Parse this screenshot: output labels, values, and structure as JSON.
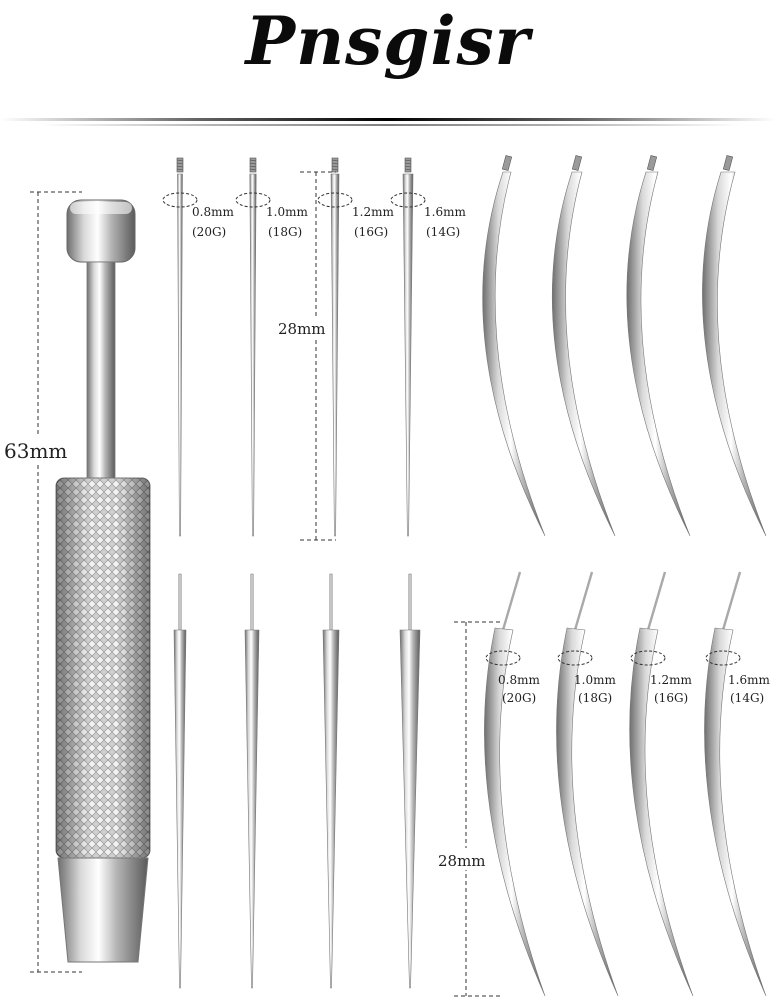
{
  "brand": {
    "name": "Pnsgisr"
  },
  "tool": {
    "length_label": "63mm"
  },
  "straight_tapers": {
    "length_label": "28mm",
    "sizes": [
      {
        "mm": "0.8mm",
        "gauge": "(20G)"
      },
      {
        "mm": "1.0mm",
        "gauge": "(18G)"
      },
      {
        "mm": "1.2mm",
        "gauge": "(16G)"
      },
      {
        "mm": "1.6mm",
        "gauge": "(14G)"
      }
    ]
  },
  "curved_tapers": {
    "length_label": "28mm",
    "sizes": [
      {
        "mm": "0.8mm",
        "gauge": "(20G)"
      },
      {
        "mm": "1.0mm",
        "gauge": "(18G)"
      },
      {
        "mm": "1.2mm",
        "gauge": "(16G)"
      },
      {
        "mm": "1.6mm",
        "gauge": "(14G)"
      }
    ]
  },
  "colors": {
    "metal_light": "#f4f4f4",
    "metal_mid": "#c8c8c8",
    "metal_dark": "#7a7a7a",
    "dim_line": "#333333"
  },
  "icons": [
    "pin-vise-tool-icon",
    "straight-taper-icon",
    "curved-taper-icon"
  ]
}
